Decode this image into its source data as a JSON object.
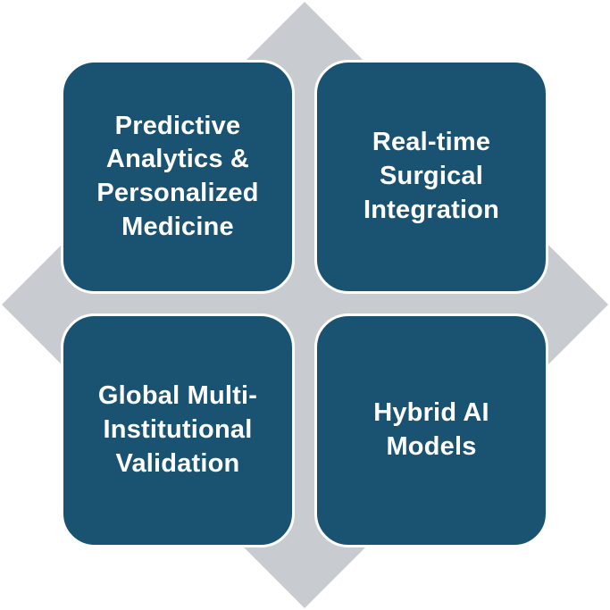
{
  "colors": {
    "box_fill": "#1a5271",
    "box_text": "#ffffff",
    "diamond_fill": "#c8ccd1",
    "box_border": "#ffffff"
  },
  "quadrants": {
    "top_left": "Predictive\nAnalytics &\nPersonalized\nMedicine",
    "top_right": "Real-time\nSurgical\nIntegration",
    "bottom_left": "Global Multi-\nInstitutional\nValidation",
    "bottom_right": "Hybrid AI\nModels"
  }
}
